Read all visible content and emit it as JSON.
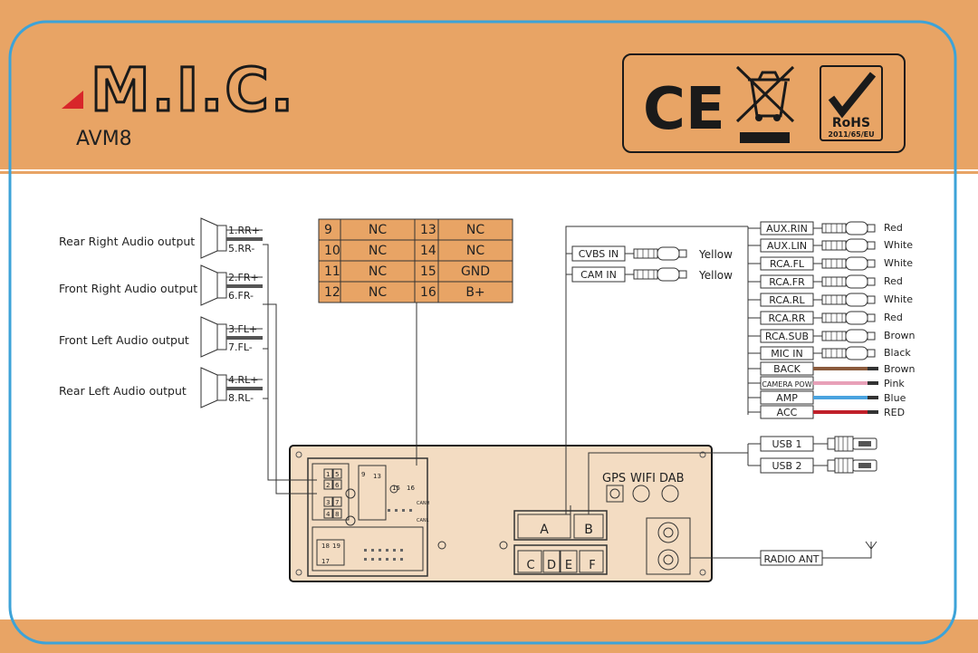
{
  "brand": {
    "logo_text": "M.I.C.",
    "model": "AVM8"
  },
  "certifications": {
    "ce": "CE",
    "rohs": "RoHS",
    "rohs_code": "2011/65/EU"
  },
  "speakers": [
    {
      "label": "Rear Right Audio output",
      "pos": "1.RR+",
      "neg": "5.RR-"
    },
    {
      "label": "Front Right Audio output",
      "pos": "2.FR+",
      "neg": "6.FR-"
    },
    {
      "label": "Front Left  Audio output",
      "pos": "3.FL+",
      "neg": "7.FL-"
    },
    {
      "label": "Rear Left  Audio output",
      "pos": "4.RL+",
      "neg": "8.RL-"
    }
  ],
  "pin_table": [
    [
      "9",
      "NC",
      "13",
      "NC"
    ],
    [
      "10",
      "NC",
      "14",
      "NC"
    ],
    [
      "11",
      "NC",
      "15",
      "GND"
    ],
    [
      "12",
      "NC",
      "16",
      "B+"
    ]
  ],
  "video_inputs": [
    {
      "label": "CVBS IN",
      "color_name": "Yellow"
    },
    {
      "label": "CAM IN",
      "color_name": "Yellow"
    }
  ],
  "rca_outputs": [
    {
      "label": "AUX.RIN",
      "color_name": "Red"
    },
    {
      "label": "AUX.LIN",
      "color_name": "White"
    },
    {
      "label": "RCA.FL",
      "color_name": "White"
    },
    {
      "label": "RCA.FR",
      "color_name": "Red"
    },
    {
      "label": "RCA.RL",
      "color_name": "White"
    },
    {
      "label": "RCA.RR",
      "color_name": "Red"
    },
    {
      "label": "RCA.SUB",
      "color_name": "Brown"
    },
    {
      "label": "MIC IN",
      "color_name": "Black"
    }
  ],
  "wires": [
    {
      "label": "BACK",
      "color_name": "Brown",
      "hex": "#8a5a3c"
    },
    {
      "label": "CAMERA POW",
      "color_name": "Pink",
      "hex": "#e8a0b8"
    },
    {
      "label": "AMP",
      "color_name": "Blue",
      "hex": "#4aa3df"
    },
    {
      "label": "ACC",
      "color_name": "RED",
      "hex": "#c0202a"
    }
  ],
  "usb": [
    {
      "label": "USB 1"
    },
    {
      "label": "USB 2"
    }
  ],
  "ports": {
    "gps": "GPS",
    "wifi": "WIFI",
    "dab": "DAB",
    "radio_ant": "RADIO ANT"
  },
  "connectors": {
    "a": "A",
    "b": "B",
    "c": "C",
    "d": "D",
    "e": "E",
    "f": "F"
  },
  "unit_pins": {
    "p1": "1",
    "p5": "5",
    "p2": "2",
    "p6": "6",
    "p3": "3",
    "p7": "7",
    "p4": "4",
    "p8": "8",
    "p9": "9",
    "p13": "13",
    "p15": "15",
    "p16": "16",
    "p18": "18",
    "p19": "19",
    "p17": "17",
    "canh": "CANH",
    "canl": "CANL"
  },
  "colors": {
    "band": "#e8a465",
    "panel": "#ffffff",
    "frame": "#3da3d8",
    "unit": "#f3dcc2"
  }
}
